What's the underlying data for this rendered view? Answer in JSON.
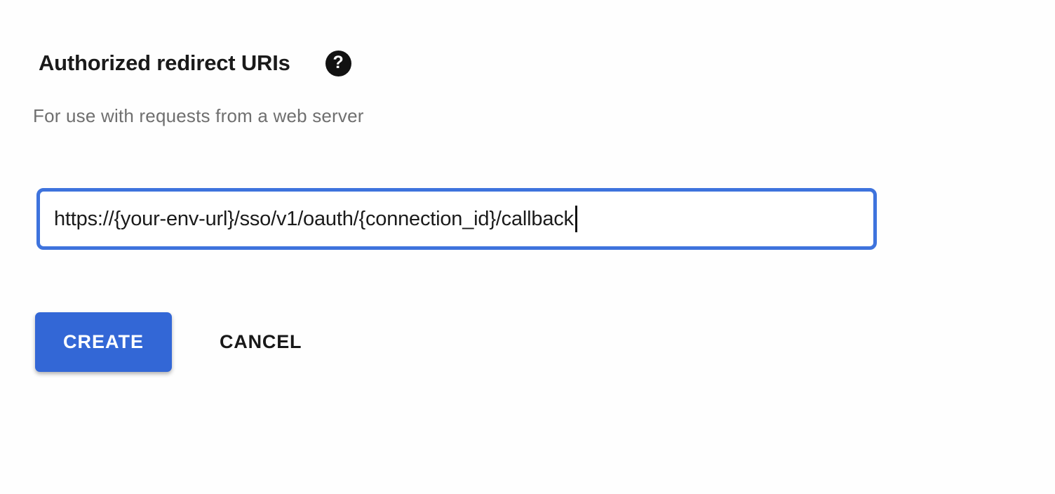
{
  "form": {
    "title": "Authorized redirect URIs",
    "description": "For use with requests from a web server",
    "uri_input": {
      "value": "https://{your-env-url}/sso/v1/oauth/{connection_id}/callback",
      "caret_visible": true
    },
    "actions": {
      "create_label": "CREATE",
      "cancel_label": "CANCEL"
    }
  },
  "icons": {
    "help_glyph": "?"
  },
  "colors": {
    "primary_blue": "#3367d6",
    "input_focus_border": "#3e73dd",
    "title_text": "#1a1a1a",
    "description_text": "#6f6f6f",
    "cancel_text": "#181818",
    "page_background": "#fefefe"
  }
}
